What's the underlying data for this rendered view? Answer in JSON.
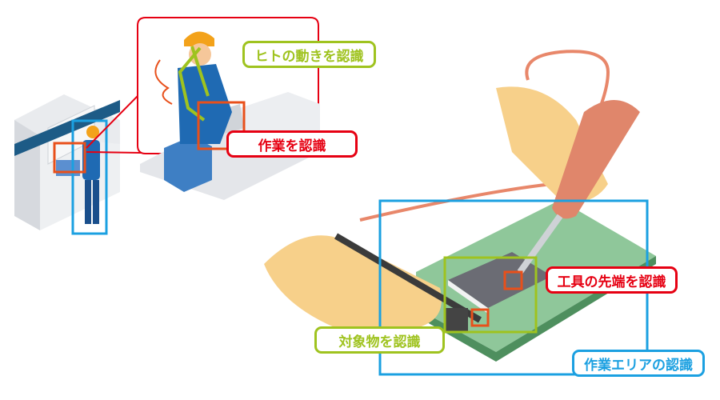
{
  "labels": {
    "human_motion": "ヒトの動きを認識",
    "work": "作業を認識",
    "tool_tip": "工具の先端を認識",
    "target_object": "対象物を認識",
    "work_area": "作業エリアの認識"
  },
  "colors": {
    "red": "#e60012",
    "green": "#9fc31f",
    "blue": "#1ba0e1",
    "orange": "#e8501b"
  }
}
